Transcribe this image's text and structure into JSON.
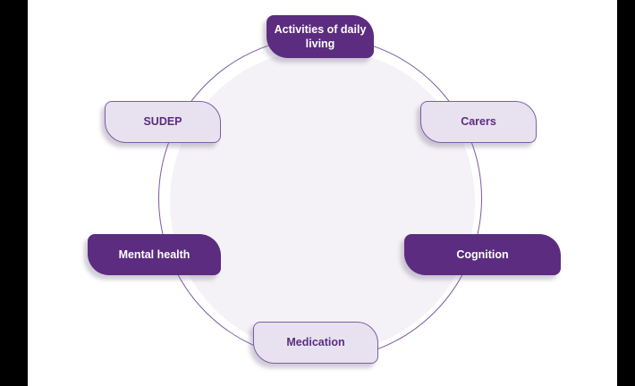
{
  "colors": {
    "background": "#ffffff",
    "pillar_bar": "#000000",
    "dark_purple": "#5b2c80",
    "dark_node_text": "#ffffff",
    "light_purple_fill": "#e8e2f0",
    "light_node_text": "#5b2c80",
    "purple_border": "#7b5ea7",
    "circle_fill": "#f4f2f6",
    "circle_stroke": "#7b5b9f"
  },
  "diagram": {
    "description": "Cycle diagram of six care topics arranged around a circle",
    "nodes": [
      {
        "id": "activities",
        "label": "Activities of daily living",
        "variant": "dark",
        "position": "top"
      },
      {
        "id": "carers",
        "label": "Carers",
        "variant": "light",
        "position": "upper-right"
      },
      {
        "id": "cognition",
        "label": "Cognition",
        "variant": "dark",
        "position": "lower-right"
      },
      {
        "id": "medication",
        "label": "Medication",
        "variant": "light",
        "position": "bottom"
      },
      {
        "id": "mental",
        "label": "Mental health",
        "variant": "dark",
        "position": "lower-left"
      },
      {
        "id": "sudep",
        "label": "SUDEP",
        "variant": "light",
        "position": "upper-left"
      }
    ]
  }
}
